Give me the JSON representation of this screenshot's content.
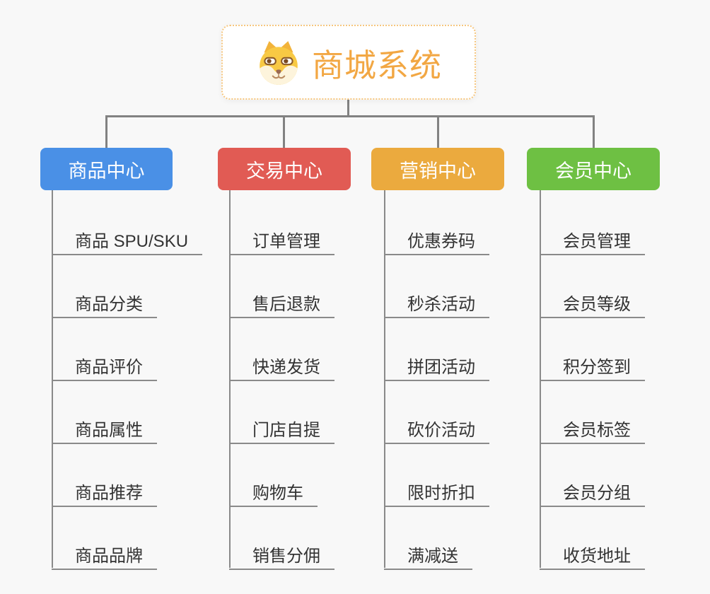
{
  "root": {
    "title": "商城系统",
    "icon": "dog-face-icon"
  },
  "branches": [
    {
      "label": "商品中心",
      "color": "#4a90e6",
      "children": [
        "商品 SPU/SKU",
        "商品分类",
        "商品评价",
        "商品属性",
        "商品推荐",
        "商品品牌"
      ]
    },
    {
      "label": "交易中心",
      "color": "#e15b54",
      "children": [
        "订单管理",
        "售后退款",
        "快递发货",
        "门店自提",
        "购物车",
        "销售分佣"
      ]
    },
    {
      "label": "营销中心",
      "color": "#ebaa3e",
      "children": [
        "优惠券码",
        "秒杀活动",
        "拼团活动",
        "砍价活动",
        "限时折扣",
        "满减送"
      ]
    },
    {
      "label": "会员中心",
      "color": "#6ec043",
      "children": [
        "会员管理",
        "会员等级",
        "积分签到",
        "会员标签",
        "会员分组",
        "收货地址"
      ]
    }
  ],
  "colors": {
    "background": "#f8f8f8",
    "connector": "#828282",
    "root_accent": "#f2a743",
    "root_border": "#f6c67e",
    "child_text": "#333333"
  }
}
